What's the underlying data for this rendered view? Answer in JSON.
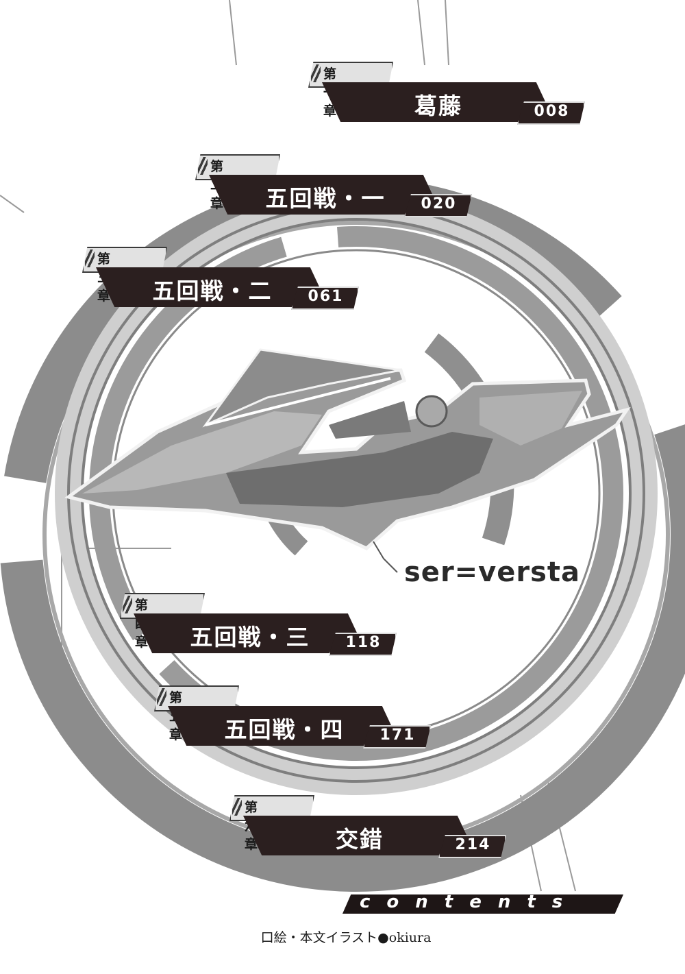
{
  "chapters": [
    {
      "label": "第一章",
      "title": "葛藤",
      "page": "008"
    },
    {
      "label": "第二章",
      "title": "五回戦・一",
      "page": "020"
    },
    {
      "label": "第三章",
      "title": "五回戦・二",
      "page": "061"
    },
    {
      "label": "第四章",
      "title": "五回戦・三",
      "page": "118"
    },
    {
      "label": "第五章",
      "title": "五回戦・四",
      "page": "171"
    },
    {
      "label": "第六章",
      "title": "交錯",
      "page": "214"
    }
  ],
  "ship_label": "ser=versta",
  "contents_label": "contents",
  "credit": "口絵・本文イラスト●okiura",
  "colors": {
    "band": "#2b1f1f",
    "ring": "#8a8a8a",
    "ring_light": "#c9c9c9"
  }
}
